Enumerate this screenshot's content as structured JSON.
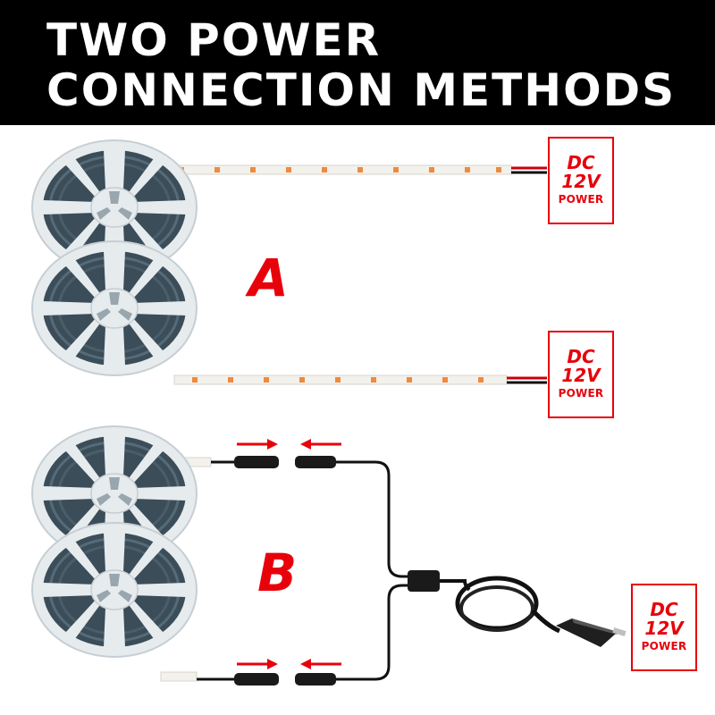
{
  "header": {
    "title_line1": "TWO POWER",
    "title_line2": "CONNECTION METHODS"
  },
  "methods": [
    {
      "label": "A"
    },
    {
      "label": "B"
    }
  ],
  "power_boxes": [
    {
      "dc": "DC",
      "voltage": "12V",
      "power": "POWER"
    },
    {
      "dc": "DC",
      "voltage": "12V",
      "power": "POWER"
    },
    {
      "dc": "DC",
      "voltage": "12V",
      "power": "POWER"
    }
  ],
  "colors": {
    "header_bg": "#000000",
    "header_text": "#ffffff",
    "accent_red": "#e8000b",
    "reel": "#e9eef1",
    "cable": "#111111"
  },
  "icons": [
    "led-strip-reel-icon",
    "connector-arrow-icon",
    "car-charger-plug-icon"
  ]
}
